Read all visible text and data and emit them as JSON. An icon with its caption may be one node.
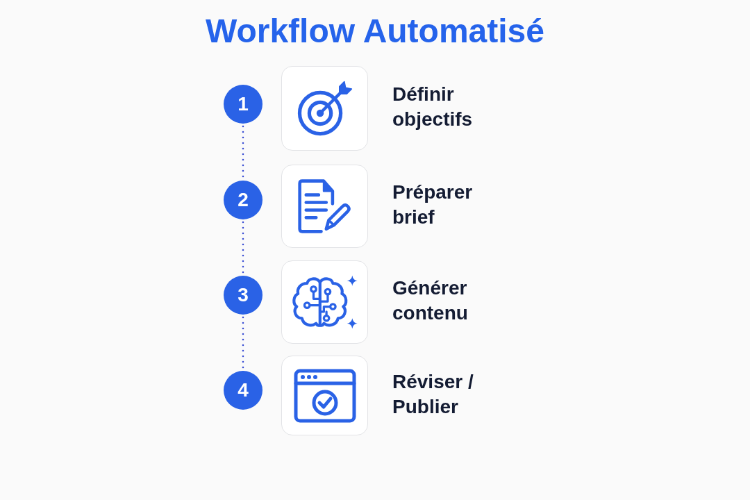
{
  "diagram": {
    "title": "Workflow Automatisé",
    "nodes": [
      {
        "text": [
          "1"
        ]
      },
      {
        "text": [],
        "shape": "picture",
        "beside": [
          "Définir objectifs"
        ]
      },
      {
        "text": [
          "2"
        ]
      },
      {
        "text": [],
        "shape": "picture",
        "beside": [
          "Préparer brief"
        ]
      },
      {
        "text": [
          "3"
        ]
      },
      {
        "text": [],
        "shape": "picture",
        "beside": [
          "Générer contenu"
        ]
      },
      {
        "text": [
          "4"
        ]
      },
      {
        "text": [],
        "shape": "picture",
        "beside": [
          "Réviser / Publier"
        ]
      }
    ],
    "edges": [
      {
        "from": 0,
        "to": 2,
        "arrow": "none",
        "style": "dashed"
      },
      {
        "from": 2,
        "to": 4,
        "arrow": "none",
        "style": "dashed"
      },
      {
        "from": 4,
        "to": 6,
        "arrow": "none",
        "style": "dashed"
      }
    ]
  }
}
